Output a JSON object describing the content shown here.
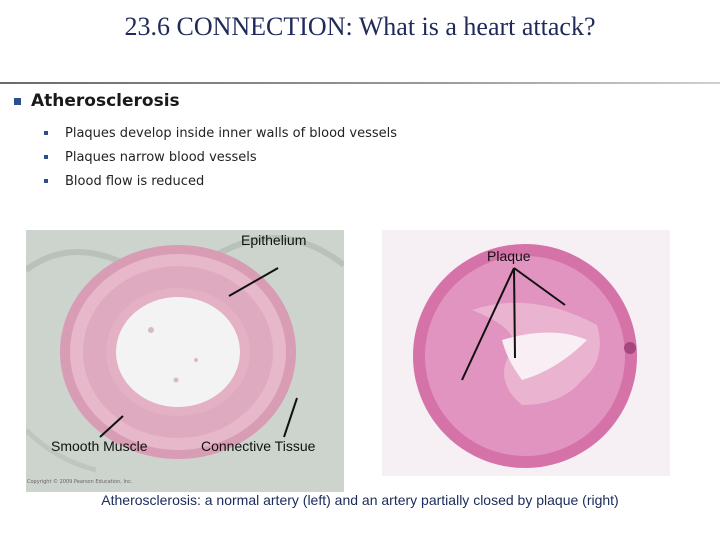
{
  "slide": {
    "title": "23.6 CONNECTION: What is a heart attack?",
    "main_bullet": "Atherosclerosis",
    "sub_bullets": [
      "Plaques develop inside inner walls of blood vessels",
      "Plaques narrow blood vessels",
      "Blood flow is reduced"
    ],
    "labels": {
      "epithelium": "Epithelium",
      "plaque": "Plaque",
      "smooth_muscle": "Smooth Muscle",
      "connective_tissue": "Connective Tissue"
    },
    "copyright": "Copyright © 2009 Pearson Education, Inc.",
    "caption": "Atherosclerosis: a normal artery (left) and an artery partially closed by plaque (right)"
  },
  "colors": {
    "title": "#1f2a5a",
    "bullet": "#2d4e8a",
    "tissue_pink": "#e3a9bf",
    "plaque_magenta": "#d77fb0"
  }
}
